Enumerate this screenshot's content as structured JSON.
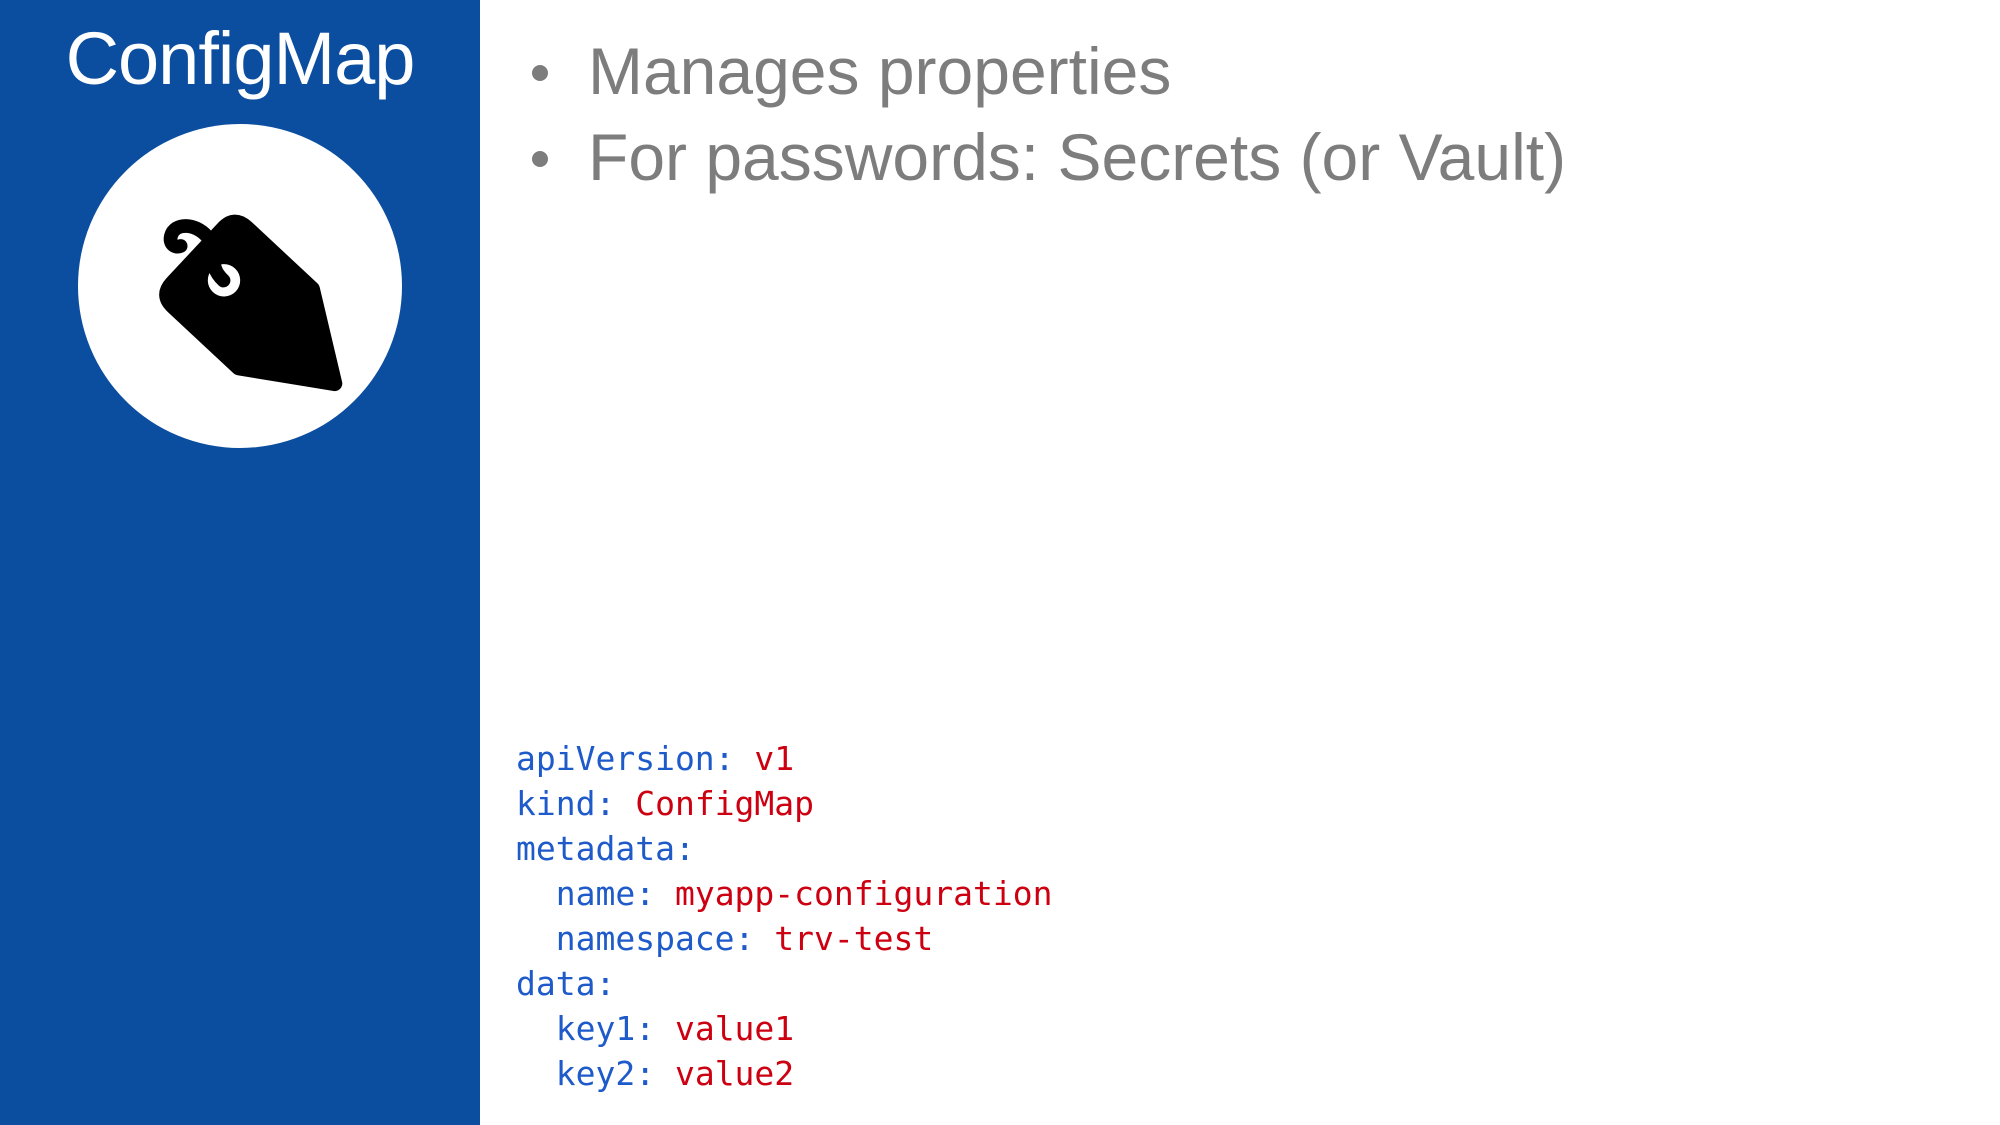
{
  "slide": {
    "title": "ConfigMap",
    "icon": "tag-icon",
    "colors": {
      "sidebar_bg": "#0b4e9f",
      "title_text": "#ffffff",
      "bullet_text": "#7d7d7d",
      "code_key": "#1e5ac9",
      "code_value": "#cc0011",
      "icon": "#000000",
      "icon_badge_bg": "#ffffff"
    }
  },
  "bullets": [
    {
      "label": "Manages properties"
    },
    {
      "label": "For passwords: Secrets (or Vault)"
    }
  ],
  "code": {
    "language": "yaml",
    "lines": [
      {
        "segments": [
          {
            "text": "apiVersion:",
            "type": "key"
          },
          {
            "text": " ",
            "type": "plain"
          },
          {
            "text": "v1",
            "type": "value"
          }
        ]
      },
      {
        "segments": [
          {
            "text": "kind:",
            "type": "key"
          },
          {
            "text": " ",
            "type": "plain"
          },
          {
            "text": "ConfigMap",
            "type": "value"
          }
        ]
      },
      {
        "segments": [
          {
            "text": "metadata:",
            "type": "key"
          }
        ]
      },
      {
        "segments": [
          {
            "text": "  name:",
            "type": "key"
          },
          {
            "text": " ",
            "type": "plain"
          },
          {
            "text": "myapp-configuration",
            "type": "value"
          }
        ]
      },
      {
        "segments": [
          {
            "text": "  namespace:",
            "type": "key"
          },
          {
            "text": " ",
            "type": "plain"
          },
          {
            "text": "trv-test",
            "type": "value"
          }
        ]
      },
      {
        "segments": [
          {
            "text": "data:",
            "type": "key"
          }
        ]
      },
      {
        "segments": [
          {
            "text": "  key1:",
            "type": "key"
          },
          {
            "text": " ",
            "type": "plain"
          },
          {
            "text": "value1",
            "type": "value"
          }
        ]
      },
      {
        "segments": [
          {
            "text": "  key2:",
            "type": "key"
          },
          {
            "text": " ",
            "type": "plain"
          },
          {
            "text": "value2",
            "type": "value"
          }
        ]
      }
    ]
  }
}
